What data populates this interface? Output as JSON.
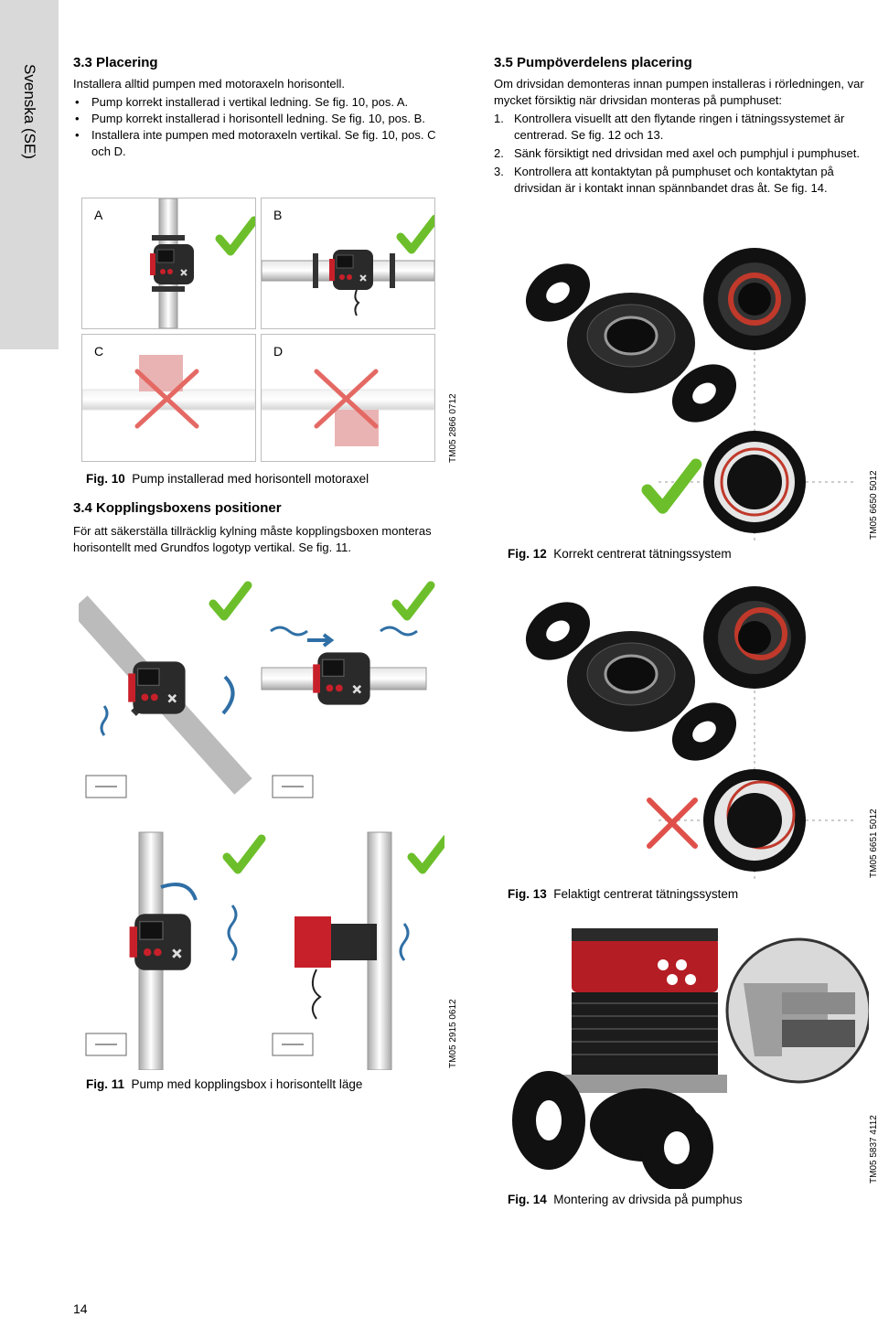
{
  "sidebar": {
    "language": "Svenska (SE)"
  },
  "sec33": {
    "num": "3.3",
    "title": "Placering",
    "intro": "Installera alltid pumpen med motoraxeln horisontell.",
    "bullets": [
      "Pump korrekt installerad i vertikal ledning. Se fig. 10, pos. A.",
      "Pump korrekt installerad i horisontell ledning. Se fig. 10, pos. B.",
      "Installera inte pumpen med motoraxeln vertikal. Se fig. 10, pos. C och D."
    ]
  },
  "fig10": {
    "labels": [
      "A",
      "B",
      "C",
      "D"
    ],
    "code": "TM05 2866 0712",
    "fig_label": "Fig. 10",
    "caption": "Pump installerad med horisontell motoraxel"
  },
  "sec34": {
    "num": "3.4",
    "title": "Kopplingsboxens positioner",
    "body": "För att säkerställa tillräcklig kylning måste kopplingsboxen monteras horisontellt med Grundfos logotyp vertikal. Se fig. 11."
  },
  "fig11": {
    "code": "TM05 2915 0612",
    "fig_label": "Fig. 11",
    "caption": "Pump med kopplingsbox i horisontellt läge"
  },
  "sec35": {
    "num": "3.5",
    "title": "Pumpöverdelens placering",
    "intro": "Om drivsidan demonteras innan pumpen installeras i rörledningen, var mycket försiktig när drivsidan monteras på pumphuset:",
    "steps": [
      {
        "n": "1.",
        "text": "Kontrollera visuellt att den flytande ringen i tätningssystemet är centrerad. Se fig. 12 och 13."
      },
      {
        "n": "2.",
        "text": "Sänk försiktigt ned drivsidan med axel och pumphjul i pumphuset."
      },
      {
        "n": "3.",
        "text": "Kontrollera att kontaktytan på pumphuset och kontaktytan på drivsidan är i kontakt innan spännbandet dras åt. Se fig. 14."
      }
    ]
  },
  "fig12": {
    "code": "TM05 6650 5012",
    "fig_label": "Fig. 12",
    "caption": "Korrekt centrerat tätningssystem"
  },
  "fig13": {
    "code": "TM05 6651 5012",
    "fig_label": "Fig. 13",
    "caption": "Felaktigt centrerat tätningssystem"
  },
  "fig14": {
    "code": "TM05 5837 4112",
    "fig_label": "Fig. 14",
    "caption": "Montering av drivsida på pumphus"
  },
  "page": {
    "number": "14"
  },
  "colors": {
    "check": "#6cbf2a",
    "cross": "#e0504a",
    "pump_red": "#c8202a",
    "sidebar": "#d9d9d9"
  }
}
